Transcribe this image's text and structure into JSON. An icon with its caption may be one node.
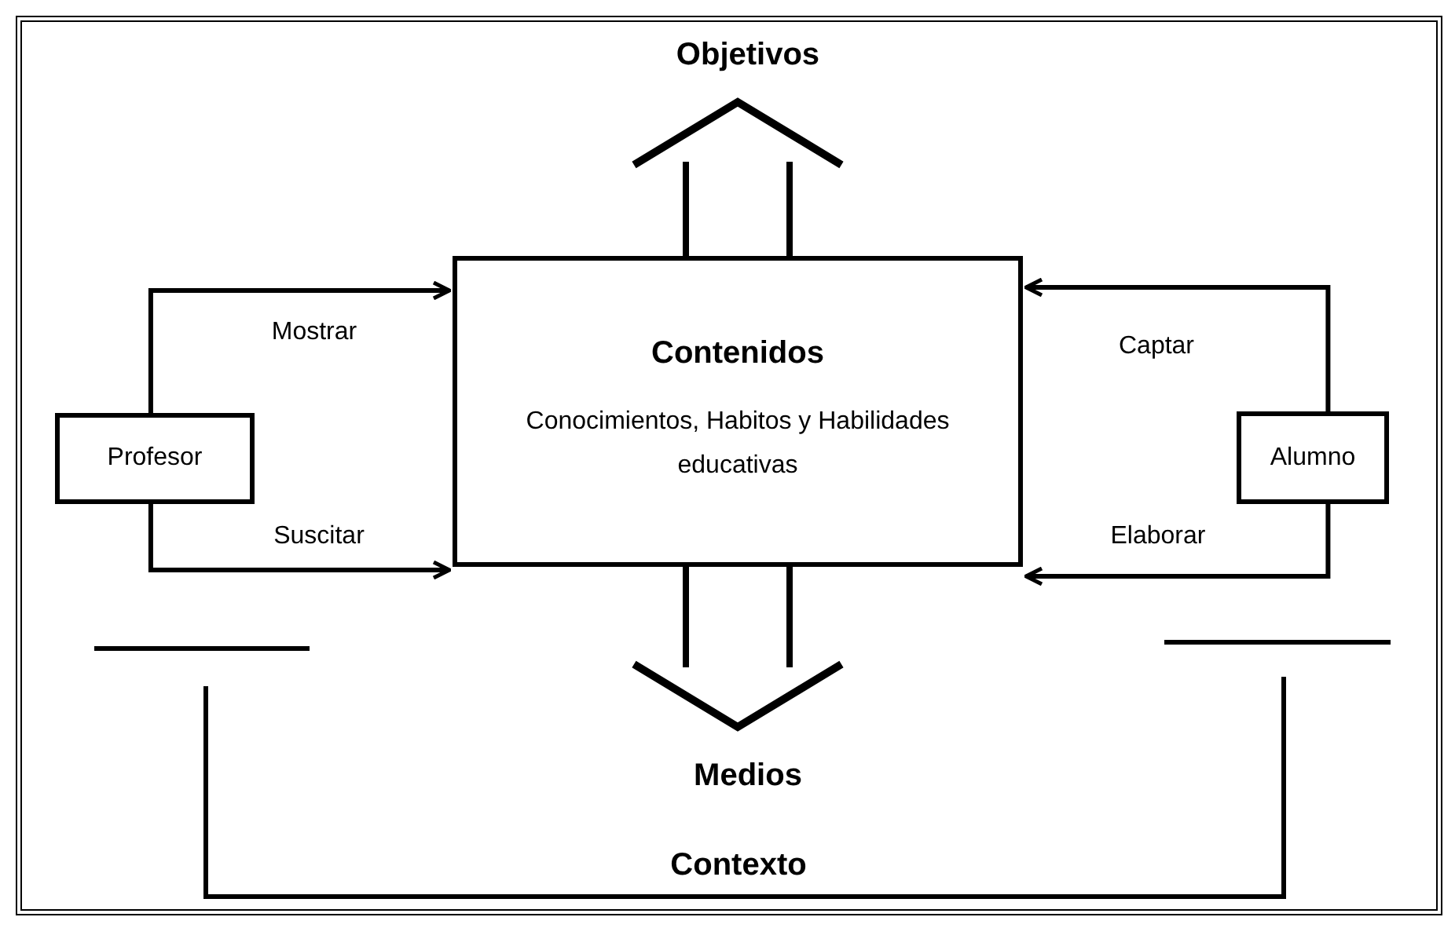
{
  "diagram": {
    "nodes": [
      {
        "text": [
          "Contenidos",
          "Conocimientos, Habitos y Habilidades educativas"
        ]
      },
      {
        "text": [
          "Profesor"
        ]
      },
      {
        "text": [
          "Alumno"
        ]
      },
      {
        "text": [
          "Objetivos"
        ]
      },
      {
        "text": [
          "Medios"
        ]
      }
    ],
    "edges": [
      {
        "from": 1,
        "to": 0,
        "arrow": "to",
        "label": "Mostrar"
      },
      {
        "from": 1,
        "to": 0,
        "arrow": "to",
        "label": "Suscitar"
      },
      {
        "from": 2,
        "to": 0,
        "arrow": "to",
        "label": "Captar"
      },
      {
        "from": 2,
        "to": 0,
        "arrow": "to",
        "label": "Elaborar"
      },
      {
        "from": 0,
        "to": 3,
        "arrow": "to",
        "style": "thick"
      },
      {
        "from": 0,
        "to": 4,
        "arrow": "to",
        "style": "thick"
      }
    ],
    "labels": [
      "Contexto"
    ]
  }
}
